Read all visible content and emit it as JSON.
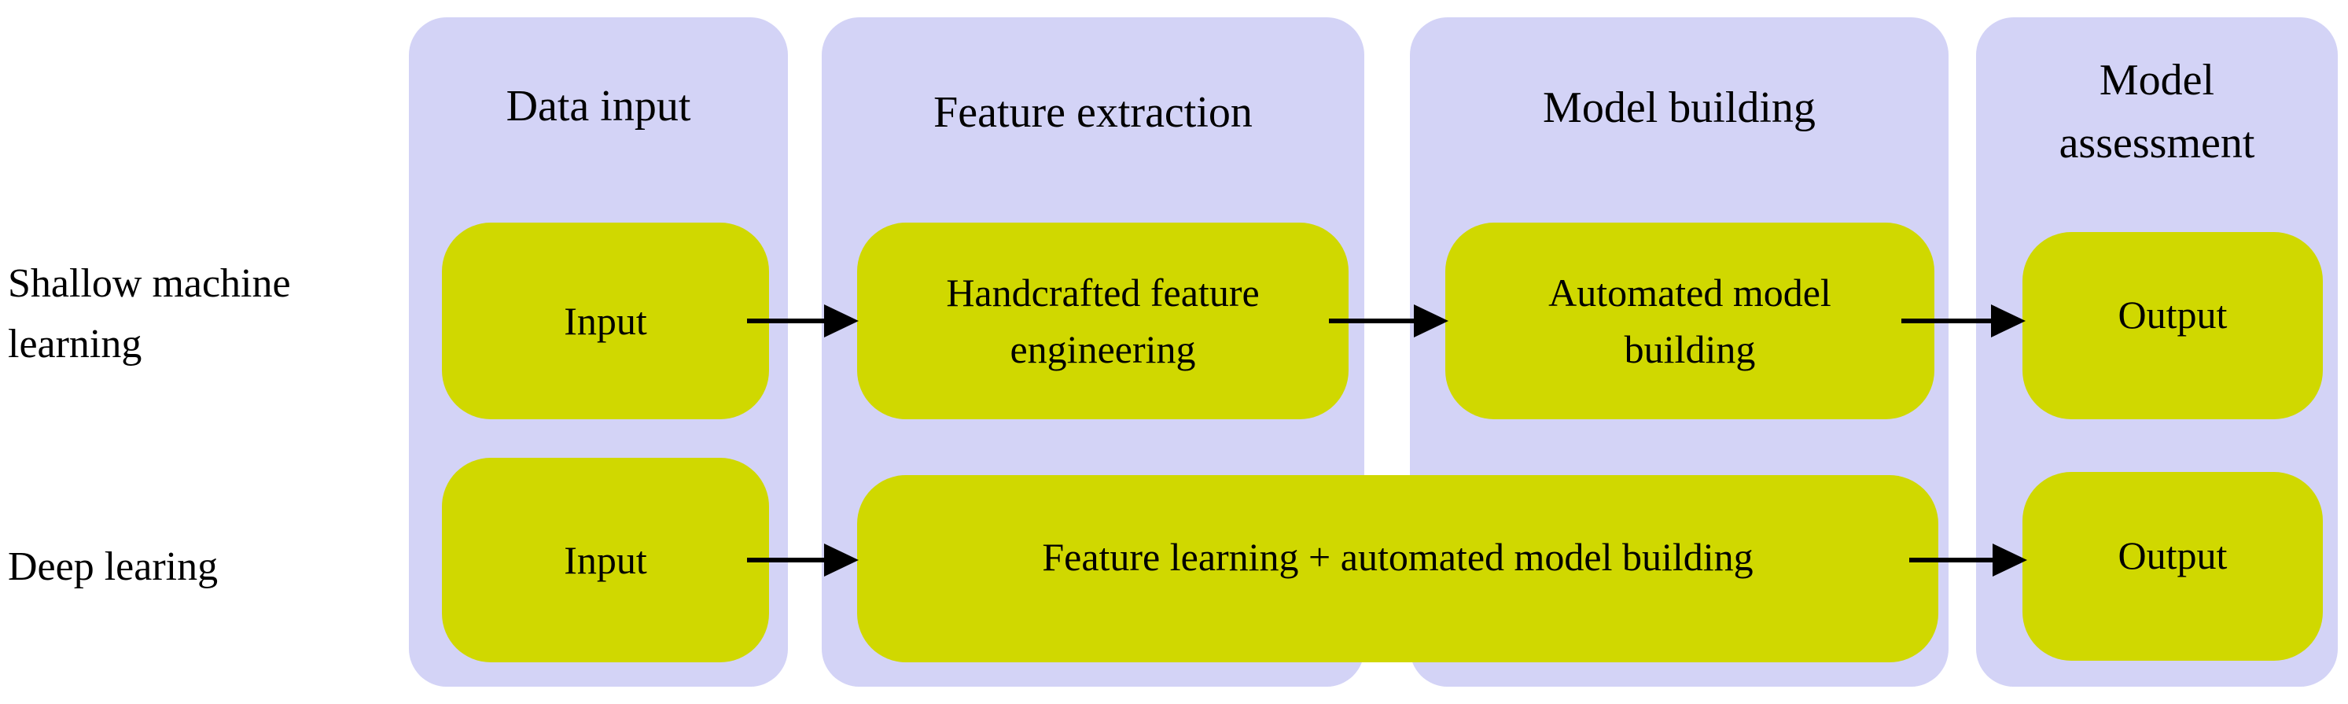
{
  "columns": [
    {
      "header": "Data input"
    },
    {
      "header": "Feature extraction"
    },
    {
      "header": "Model building"
    },
    {
      "header": "Model assessment"
    }
  ],
  "row_labels": {
    "shallow": "Shallow machine learning",
    "deep": "Deep learing"
  },
  "boxes": {
    "shallow_input": "Input",
    "shallow_feature": "Handcrafted feature engineering",
    "shallow_model": "Automated model building",
    "shallow_output": "Output",
    "deep_input": "Input",
    "deep_combined": "Feature learning + automated model building",
    "deep_output": "Output"
  },
  "colors": {
    "page_bg": "#ffffff",
    "column_bg": "#d3d3f6",
    "box_bg": "#d0d800",
    "arrow": "#000000",
    "text": "#000000"
  }
}
